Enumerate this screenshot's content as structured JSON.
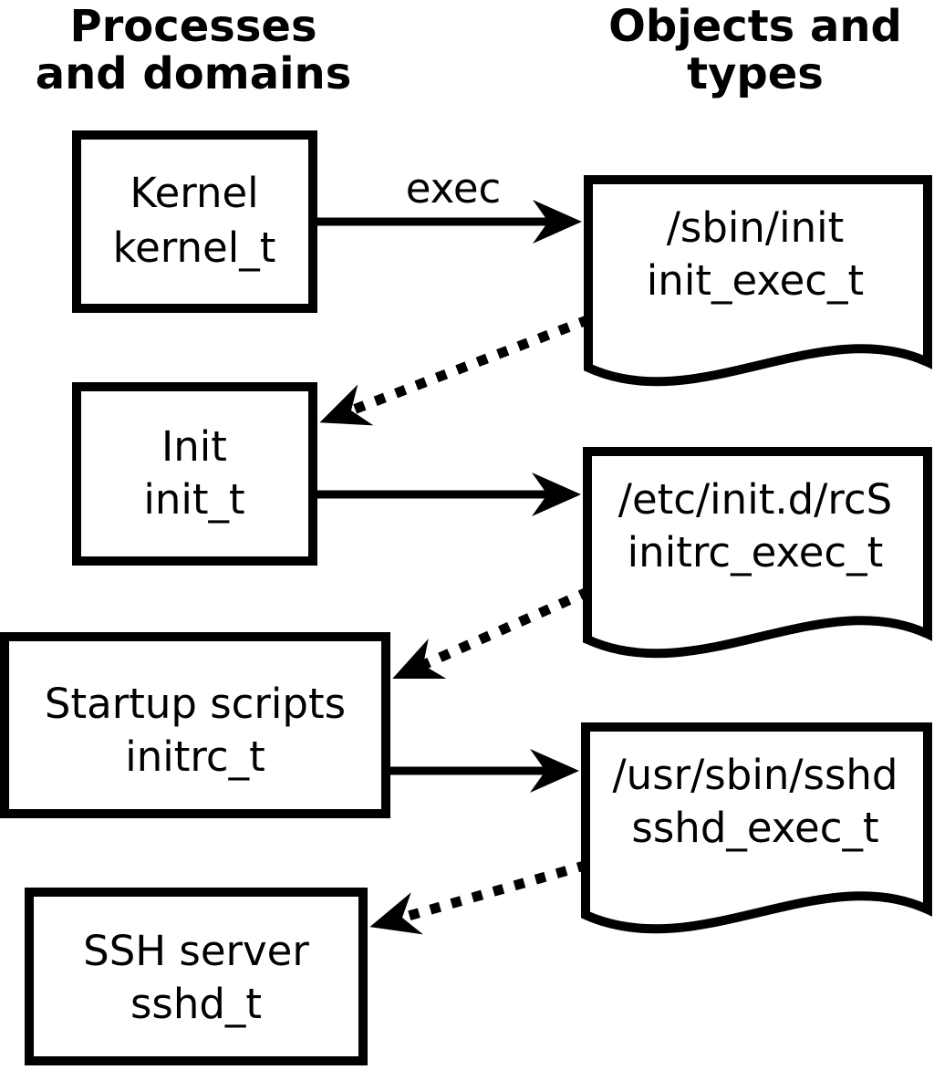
{
  "diagram": {
    "columns": {
      "left_header": {
        "line1": "Processes",
        "line2": "and domains"
      },
      "right_header": {
        "line1": "Objects and",
        "line2": "types"
      }
    },
    "processes": [
      {
        "label": "Kernel",
        "domain": "kernel_t"
      },
      {
        "label": "Init",
        "domain": "init_t"
      },
      {
        "label": "Startup scripts",
        "domain": "initrc_t"
      },
      {
        "label": "SSH server",
        "domain": "sshd_t"
      }
    ],
    "objects": [
      {
        "path": "/sbin/init",
        "type": "init_exec_t"
      },
      {
        "path": "/etc/init.d/rcS",
        "type": "initrc_exec_t"
      },
      {
        "path": "/usr/sbin/sshd",
        "type": "sshd_exec_t"
      }
    ],
    "edges": {
      "exec_label": "exec"
    },
    "colors": {
      "line": "#000000",
      "fill": "#ffffff",
      "text": "#000000",
      "background": "#ffffff"
    }
  }
}
